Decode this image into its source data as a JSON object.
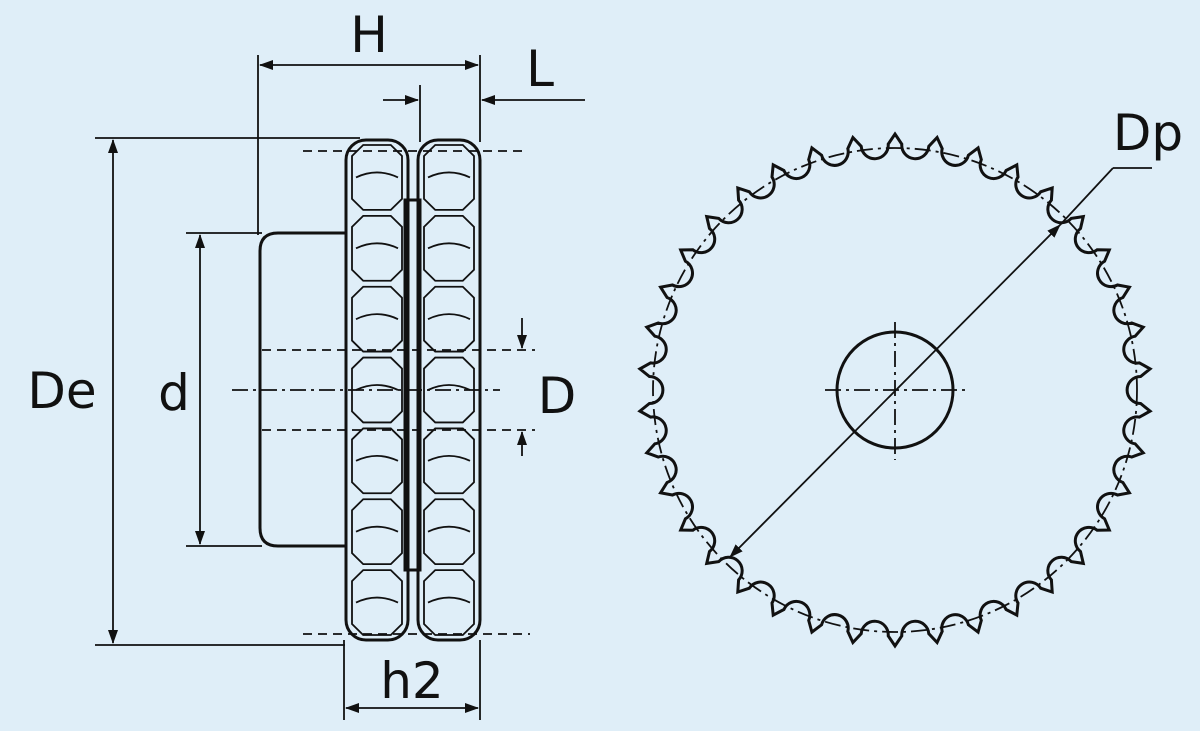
{
  "labels": {
    "H": "H",
    "L": "L",
    "De": "De",
    "d": "d",
    "D": "D",
    "h2": "h2",
    "Dp": "Dp"
  },
  "front_view": {
    "teeth_count": 38
  },
  "colors": {
    "background": "#dfeef8",
    "line": "#111111"
  }
}
